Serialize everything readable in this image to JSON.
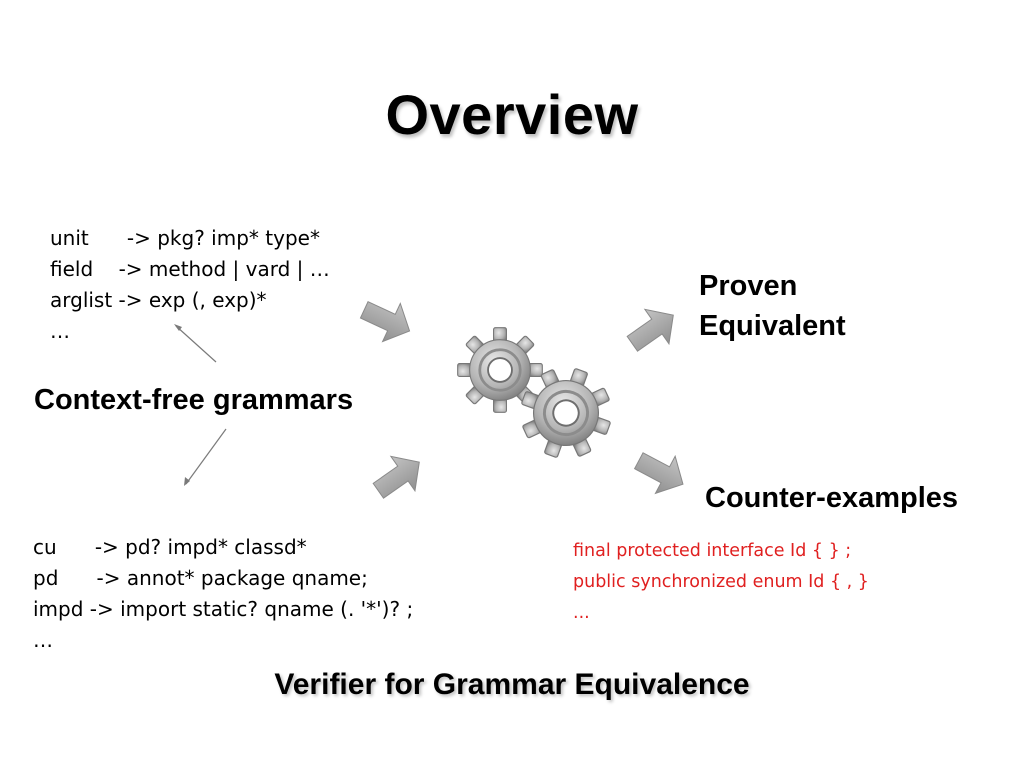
{
  "title": "Overview",
  "grammar_a": {
    "lines": [
      "unit      -> pkg? imp* type*",
      "field    -> method | vard | …",
      "arglist -> exp (, exp)*",
      "…"
    ]
  },
  "grammar_b": {
    "lines": [
      "cu      -> pd? impd* classd*",
      "pd      -> annot* package qname;",
      "impd -> import static? qname (. '*')? ;",
      "…"
    ]
  },
  "cfg_label": "Context-free grammars",
  "proven": {
    "line1": "Proven",
    "line2": "Equivalent"
  },
  "counter_label": "Counter-examples",
  "counter_examples": {
    "lines": [
      "final protected interface Id { } ;",
      "public synchronized enum Id { , }",
      "..."
    ],
    "color": "#e02020"
  },
  "footer": "Verifier for Grammar Equivalence",
  "icons": {
    "gears": "gears-icon",
    "arrows": "block-arrow-icon"
  },
  "colors": {
    "arrow": "#a6a6a6",
    "gear": "#b8b8b8"
  }
}
